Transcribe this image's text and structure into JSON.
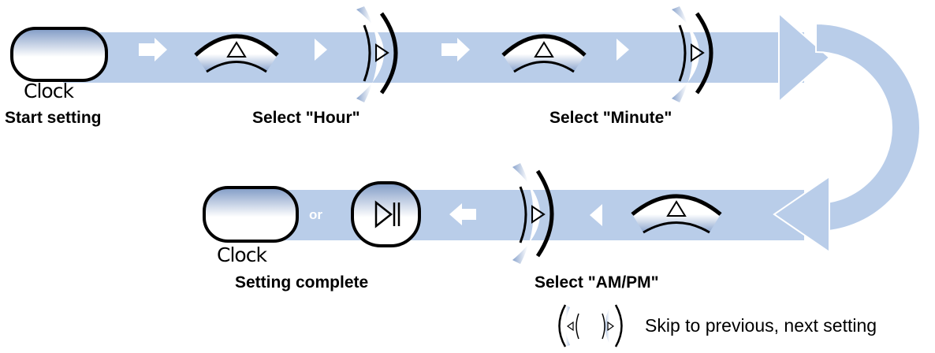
{
  "colors": {
    "band": "#b9cde9",
    "band_edge": "#ffffff",
    "button_fill_dark": "#8fa8cf",
    "button_fill_light": "#ffffff",
    "stroke": "#000000",
    "arrow": "#ffffff"
  },
  "steps": {
    "start": {
      "button_label": "Clock",
      "caption": "Start setting"
    },
    "hour": {
      "caption": "Select \"Hour\""
    },
    "minute": {
      "caption": "Select \"Minute\""
    },
    "ampm": {
      "caption": "Select \"AM/PM\""
    },
    "complete": {
      "button_label": "Clock",
      "caption": "Setting complete",
      "or_text": "or"
    }
  },
  "legend": {
    "text": "Skip to previous, next setting"
  },
  "icons": [
    "up-triangle-icon",
    "right-triangle-icon",
    "left-triangle-icon",
    "play-pause-icon",
    "arrow-right-icon",
    "arrow-left-icon"
  ]
}
